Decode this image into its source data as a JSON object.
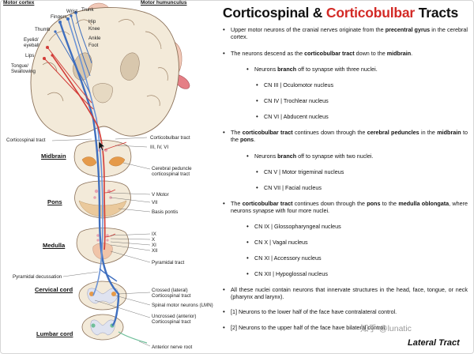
{
  "title": {
    "part1": "Corticospinal & ",
    "part2": "Corticobulbar",
    "part3": " Tracts"
  },
  "diagram": {
    "headers": {
      "motor_cortex": "Motor cortex",
      "motor_homunculus": "Motor humunculus"
    },
    "body_parts": {
      "wrist": "Wrist",
      "trunk": "Trunk",
      "fingers": "Fingers",
      "hip": "Hip",
      "knee": "Knee",
      "ankle": "Ankle",
      "foot": "Foot",
      "thumb": "Thumb",
      "eyelid": "Eyelid/\neyeball",
      "lips": "Lips",
      "tongue": "Tongue/\nSwallowing"
    },
    "levels": {
      "midbrain": "Midbrain",
      "pons": "Pons",
      "medulla": "Medulla",
      "cervical": "Cervical cord",
      "lumbar": "Lumbar cord"
    },
    "labels": {
      "corticospinal_tract": "Corticospinal tract",
      "corticobulbar_tract": "Corticobulbar tract",
      "iii_iv_vi": "III, IV, VI",
      "cerebral_peduncle": "Cerebral peduncle\ncorticospinal tract",
      "v_motor": "V Motor",
      "vii": "VII",
      "basis_pontis": "Basis pontis",
      "ix": "IX",
      "x": "X",
      "xi": "XI",
      "xii": "XII",
      "pyramidal_tract": "Pyramidal tract",
      "pyramidal_decussation": "Pyramidal decussation",
      "crossed_lateral": "Crossed (lateral)\nCorticospinal tract",
      "spinal_motor_neurons": "Spinal motor neurons (LMN)",
      "uncrossed_anterior": "Uncrossed (anterior)\nCorticospinal tract",
      "anterior_nerve_root": "Anterior nerve root"
    },
    "colors": {
      "tract_blue": "#3f6fbf",
      "tract_red": "#d23b37",
      "brain_fill": "#efe4d3",
      "nucleus_orange": "#e59a4a",
      "pink": "#e7a4b0"
    }
  },
  "notes": {
    "b1": "Upper motor neurons of the cranial nerves originate from the precentral gyrus in the cerebral cortex.",
    "b2": "The neurons descend as the corticobulbar tract down to the midbrain.",
    "s1": "Neurons branch off to synapse with three nuclei.",
    "n1": [
      "CN III | Oculomotor nucleus",
      "CN IV | Trochlear nucleus",
      "CN VI | Abducent nucleus"
    ],
    "b3": "The corticobulbar tract continues down through the cerebral peduncles in the midbrain to the pons.",
    "s2": "Neurons branch off to synapse with two nuclei.",
    "n2": [
      "CN V | Motor trigeminal nucleus",
      "CN VII | Facial nucleus"
    ],
    "b4": "The corticobulbar tract continues down through the pons to the medulla oblongata, where neurons synapse with four more nuclei.",
    "n3": [
      "CN IX | Glossopharyngeal nucleus",
      "CN X | Vagal nucleus",
      "CN XI | Accessory nucleus",
      "CN XII | Hypoglossal nucleus"
    ],
    "b5": "All these nuclei contain neurons that innervate structures in the head, face, tongue, or neck (pharynx and larynx).",
    "p1": "[1] Neurons to the lower half of the face have contralateral control.",
    "p2": "[2] Neurons to the upper half of the face have bilateral control."
  },
  "watermark": "知乎 @lunatic",
  "caption": "Lateral Tract"
}
